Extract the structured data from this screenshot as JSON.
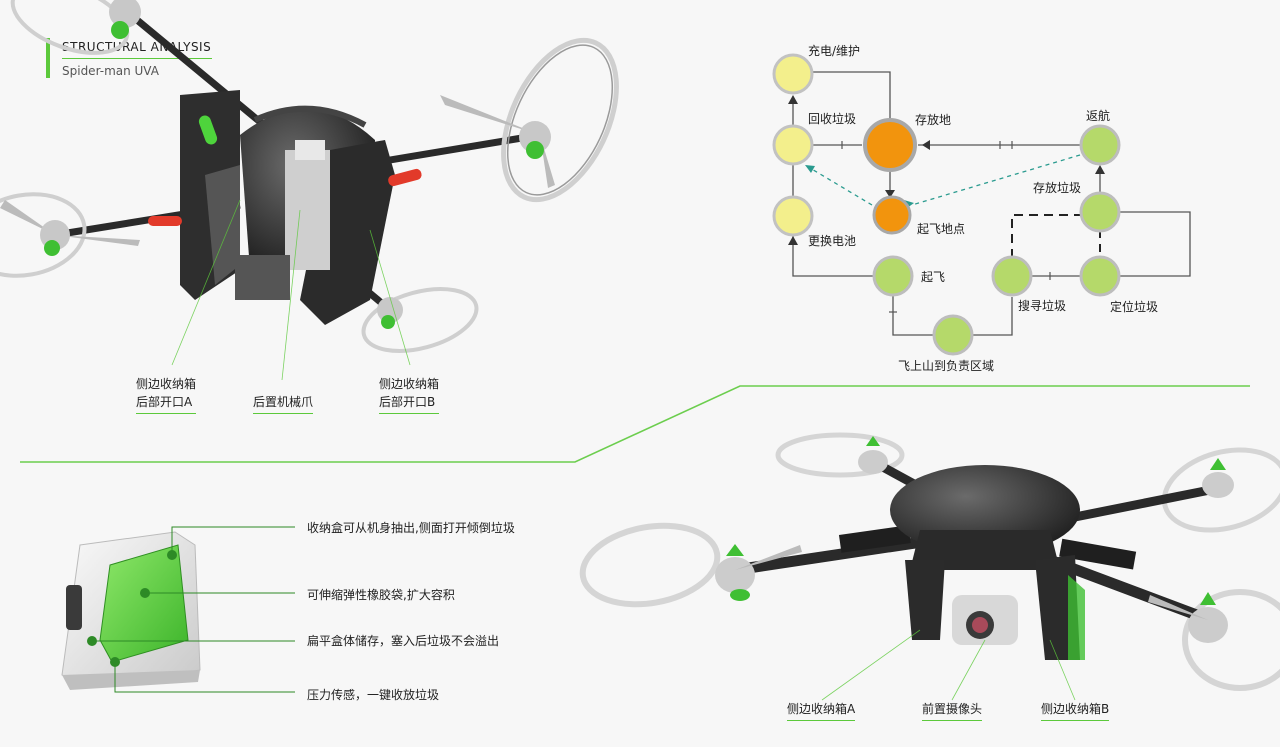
{
  "header": {
    "title": "STRUCTURAL ANALYSIS",
    "subtitle": "Spider-man UVA"
  },
  "top_drone_labels": {
    "left_a_line1": "侧边收纳箱",
    "left_a_line2": "后部开口A",
    "claw": "后置机械爪",
    "right_b_line1": "侧边收纳箱",
    "right_b_line2": "后部开口B"
  },
  "flow": {
    "charge": "充电/维护",
    "recycle": "回收垃圾",
    "storage": "存放地",
    "return": "返航",
    "store_garbage": "存放垃圾",
    "takeoff_point": "起飞地点",
    "battery": "更换电池",
    "takeoff": "起飞",
    "search": "搜寻垃圾",
    "locate": "定位垃圾",
    "fly_area": "飞上山到负责区域"
  },
  "box_notes": [
    "收纳盒可从机身抽出,侧面打开倾倒垃圾",
    "可伸缩弹性橡胶袋,扩大容积",
    "扁平盒体储存，塞入后垃圾不会溢出",
    "压力传感，一键收放垃圾"
  ],
  "bottom_drone_labels": {
    "side_a": "侧边收纳箱A",
    "camera": "前置摄像头",
    "side_b": "侧边收纳箱B"
  },
  "colors": {
    "accent": "#5cc93b",
    "node_yellow": "#f3ef8c",
    "node_green": "#b5d96a",
    "node_orange": "#f2940d"
  }
}
